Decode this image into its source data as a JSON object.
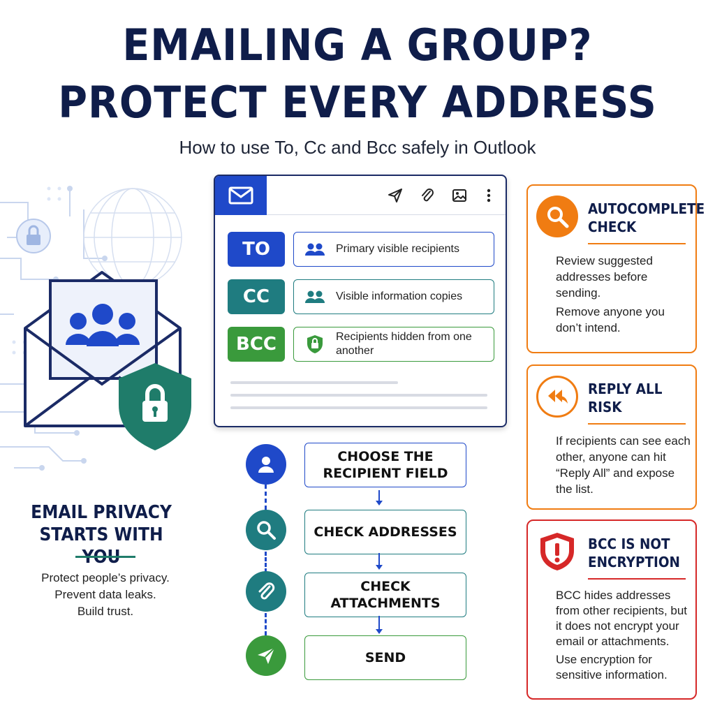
{
  "header": {
    "line1": "EMAILING A GROUP?",
    "line2": "PROTECT EVERY ADDRESS",
    "subtitle": "How to use To, Cc and Bcc safely in Outlook"
  },
  "colors": {
    "navy": "#0f1d4a",
    "blue": "#1f49c9",
    "teal": "#1f7c6a",
    "green": "#3a9a3c",
    "orange": "#f07c12",
    "red": "#d62828"
  },
  "toolbar": {
    "icons": [
      "send-icon",
      "paperclip-icon",
      "image-icon",
      "more-vertical-icon"
    ]
  },
  "fields": [
    {
      "tag": "TO",
      "label": "Primary visible recipients",
      "icon": "people-icon"
    },
    {
      "tag": "CC",
      "label": "Visible information copies",
      "icon": "people-icon"
    },
    {
      "tag": "BCC",
      "label": "Recipients hidden from one another",
      "icon": "shield-lock-icon"
    }
  ],
  "left_panel": {
    "title": "EMAIL PRIVACY STARTS WITH YOU",
    "lines": [
      "Protect people’s privacy.",
      "Prevent data leaks.",
      "Build trust."
    ]
  },
  "steps": [
    {
      "label": "CHOOSE THE RECIPIENT FIELD",
      "icon": "user-icon"
    },
    {
      "label": "CHECK ADDRESSES",
      "icon": "search-icon"
    },
    {
      "label": "CHECK ATTACHMENTS",
      "icon": "paperclip-icon"
    },
    {
      "label": "SEND",
      "icon": "send-icon"
    }
  ],
  "cards": [
    {
      "title": "AUTOCOMPLETE CHECK",
      "icon": "search-icon",
      "paragraphs": [
        "Review suggested addresses before sending.",
        "Remove anyone you don’t intend."
      ]
    },
    {
      "title": "REPLY ALL RISK",
      "icon": "reply-all-icon",
      "paragraphs": [
        "If recipients can see each other, anyone can hit “Reply All” and expose the list."
      ]
    },
    {
      "title": "BCC IS NOT ENCRYPTION",
      "icon": "shield-alert-icon",
      "paragraphs": [
        "BCC hides addresses from other recipients, but it does not encrypt your email or attachments.",
        "Use encryption for sensitive information."
      ]
    }
  ]
}
